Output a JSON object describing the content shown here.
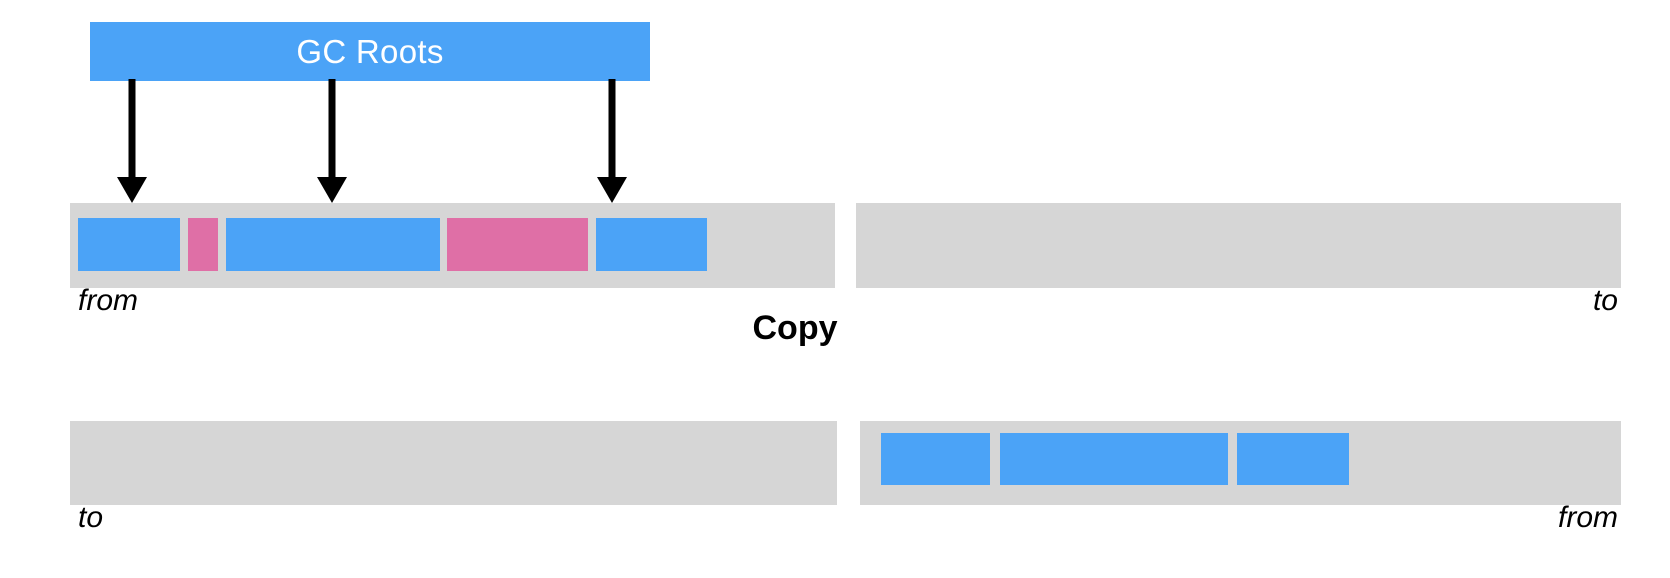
{
  "diagram": {
    "title": "Copy",
    "roots": {
      "label": "GC Roots",
      "color": "#4ba3f7",
      "arrow_count": 3
    },
    "colors": {
      "live_object": "#4ba3f7",
      "garbage_object": "#df6fa6",
      "heap_space": "#d6d6d6",
      "arrow": "#000000",
      "text": "#000000",
      "roots_text": "#ffffff"
    },
    "rows": [
      {
        "name": "before-copy",
        "spaces": [
          {
            "role": "from",
            "label": "from",
            "label_side": "left",
            "blocks": [
              {
                "type": "live",
                "pointed_by_root": true
              },
              {
                "type": "garbage",
                "pointed_by_root": false
              },
              {
                "type": "live",
                "pointed_by_root": true
              },
              {
                "type": "garbage",
                "pointed_by_root": false
              },
              {
                "type": "live",
                "pointed_by_root": true
              }
            ]
          },
          {
            "role": "to",
            "label": "to",
            "label_side": "right",
            "blocks": []
          }
        ]
      },
      {
        "name": "after-copy",
        "spaces": [
          {
            "role": "to",
            "label": "to",
            "label_side": "left",
            "blocks": []
          },
          {
            "role": "from",
            "label": "from",
            "label_side": "right",
            "blocks": [
              {
                "type": "live",
                "pointed_by_root": false
              },
              {
                "type": "live",
                "pointed_by_root": false
              },
              {
                "type": "live",
                "pointed_by_root": false
              }
            ]
          }
        ]
      }
    ]
  }
}
